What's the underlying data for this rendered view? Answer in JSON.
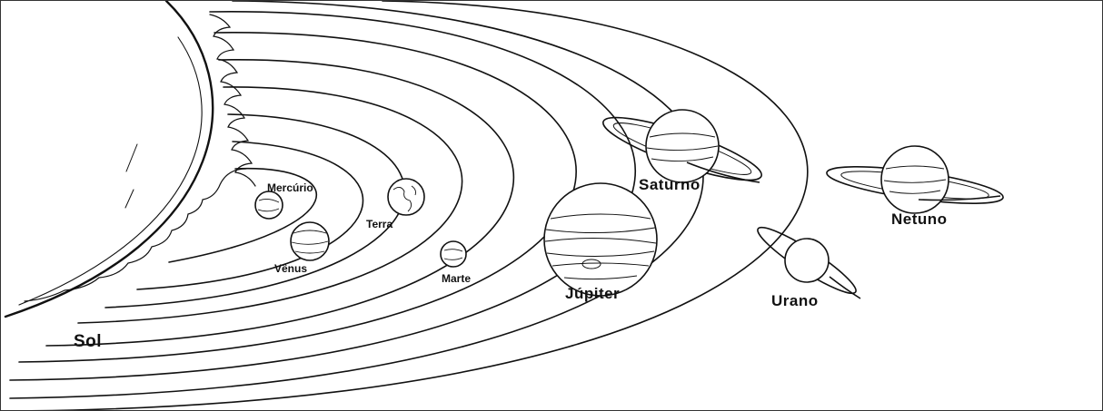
{
  "labels": {
    "sun": "Sol",
    "mercury": "Mercúrio",
    "venus": "Vênus",
    "earth": "Terra",
    "mars": "Marte",
    "jupiter": "Júpiter",
    "saturn": "Saturno",
    "uranus": "Urano",
    "neptune": "Netuno"
  },
  "colors": {
    "line": "#111111",
    "fill": "#ffffff",
    "frame": "#333333"
  }
}
